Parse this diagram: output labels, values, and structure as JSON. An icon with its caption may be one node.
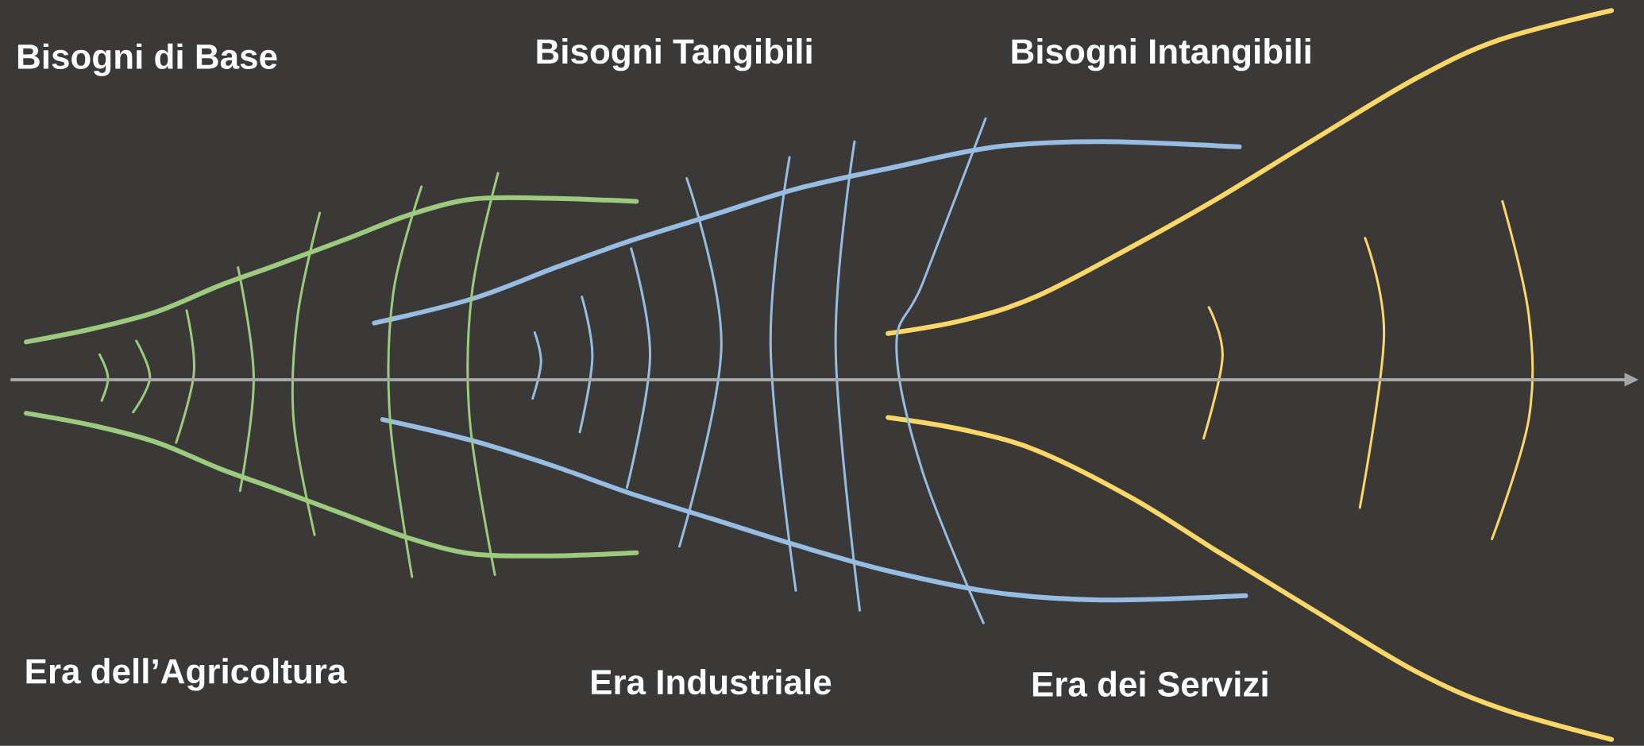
{
  "diagram": {
    "labels": [
      "Bisogni di Base",
      "Bisogni Tangibili",
      "Bisogni Intangibili",
      "Era dell’Agricoltura",
      "Era Industriale",
      "Era dei Servizi"
    ]
  }
}
